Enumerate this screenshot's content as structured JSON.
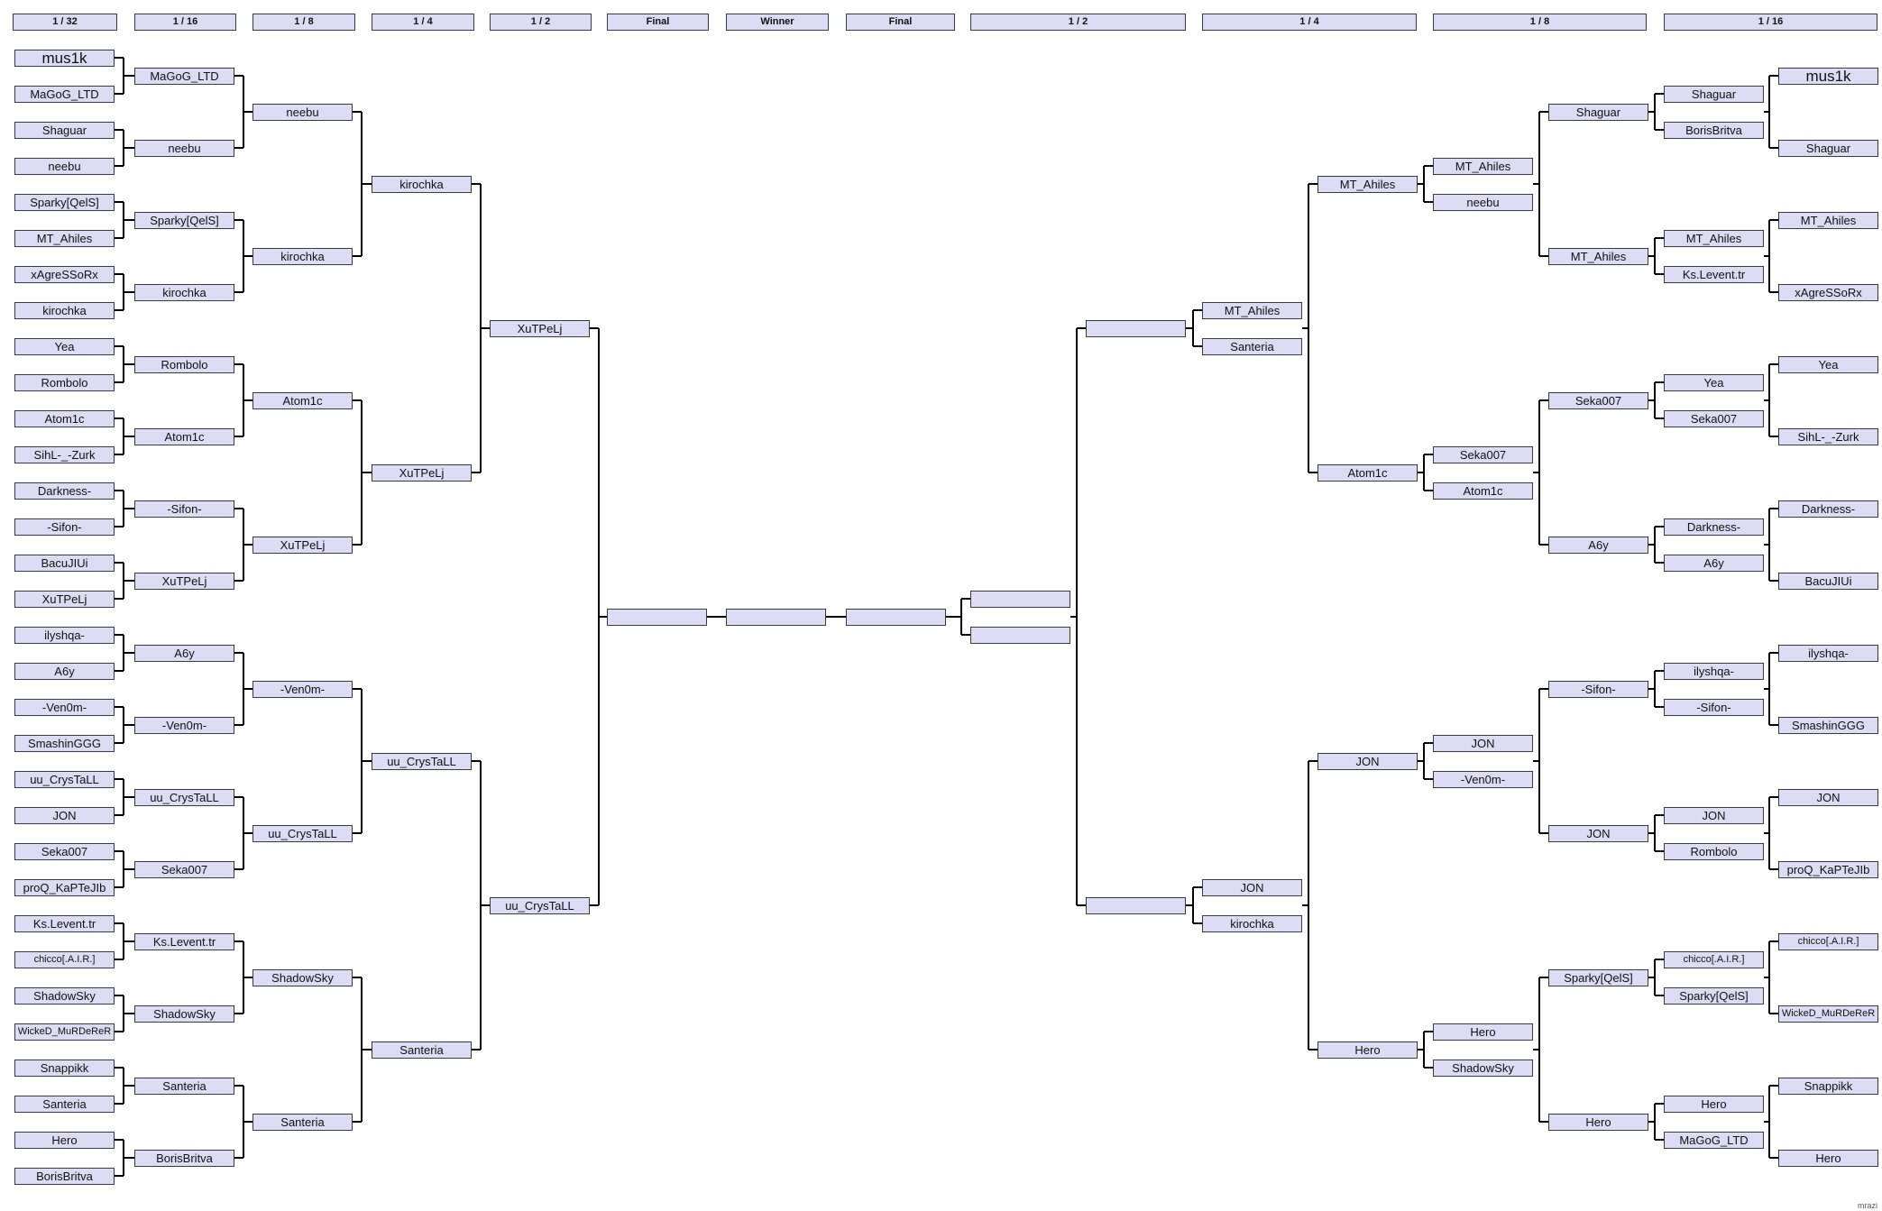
{
  "headers": [
    "1 / 32",
    "1 / 16",
    "1 / 8",
    "1 / 4",
    "1 / 2",
    "Final",
    "Winner",
    "Final",
    "1 / 2",
    "1 / 4",
    "1 / 8",
    "1 / 16"
  ],
  "left": {
    "r32": [
      "mus1k",
      "MaGoG_LTD",
      "Shaguar",
      "neebu",
      "Sparky[QelS]",
      "MT_Ahiles",
      "xAgreSSoRx",
      "kirochka",
      "Yea",
      "Rombolo",
      "Atom1c",
      "SihL-_-Zurk",
      "Darkness-",
      "-Sifon-",
      "BacuJIUi",
      "XuTPeLj",
      "ilyshqa-",
      "A6y",
      "-Ven0m-",
      "SmashinGGG",
      "uu_CrysTaLL",
      "JON",
      "Seka007",
      "proQ_KaPTeJIb",
      "Ks.Levent.tr",
      "chicco[.A.I.R.]",
      "ShadowSky",
      "WickeD_MuRDeReR",
      "Snappikk",
      "Santeria",
      "Hero",
      "BorisBritva"
    ],
    "r16": [
      "MaGoG_LTD",
      "neebu",
      "Sparky[QelS]",
      "kirochka",
      "Rombolo",
      "Atom1c",
      "-Sifon-",
      "XuTPeLj",
      "A6y",
      "-Ven0m-",
      "uu_CrysTaLL",
      "Seka007",
      "Ks.Levent.tr",
      "ShadowSky",
      "Santeria",
      "BorisBritva"
    ],
    "r8": [
      "neebu",
      "kirochka",
      "Atom1c",
      "XuTPeLj",
      "-Ven0m-",
      "uu_CrysTaLL",
      "ShadowSky",
      "Santeria"
    ],
    "r4": [
      "kirochka",
      "XuTPeLj",
      "uu_CrysTaLL",
      "Santeria"
    ],
    "r2": [
      "XuTPeLj",
      "uu_CrysTaLL"
    ],
    "final": ""
  },
  "winner": "",
  "right": {
    "r16": [
      "mus1k",
      "Shaguar",
      "MT_Ahiles",
      "xAgreSSoRx",
      "Yea",
      "SihL-_-Zurk",
      "Darkness-",
      "BacuJIUi",
      "ilyshqa-",
      "SmashinGGG",
      "JON",
      "proQ_KaPTeJIb",
      "chicco[.A.I.R.]",
      "WickeD_MuRDeReR",
      "Snappikk",
      "Hero"
    ],
    "r8": [
      "Shaguar",
      "BorisBritva",
      "MT_Ahiles",
      "Ks.Levent.tr",
      "Yea",
      "Seka007",
      "Darkness-",
      "A6y",
      "ilyshqa-",
      "-Sifon-",
      "JON",
      "Rombolo",
      "chicco[.A.I.R.]",
      "Sparky[QelS]",
      "Hero",
      "MaGoG_LTD"
    ],
    "r4": [
      "Shaguar",
      "MT_Ahiles",
      "Seka007",
      "A6y",
      "-Sifon-",
      "JON",
      "Sparky[QelS]",
      "Hero"
    ],
    "r2": [
      "MT_Ahiles",
      "neebu",
      "Seka007",
      "Atom1c",
      "JON",
      "-Ven0m-",
      "Hero",
      "ShadowSky"
    ],
    "r2b": [
      "MT_Ahiles",
      "Atom1c",
      "JON",
      "Hero"
    ],
    "semis": [
      "MT_Ahiles",
      "Santeria",
      "JON",
      "kirochka"
    ],
    "semisWinners": [
      "",
      ""
    ],
    "finalists": [
      "",
      ""
    ],
    "final": ""
  },
  "credit": "mrazi"
}
